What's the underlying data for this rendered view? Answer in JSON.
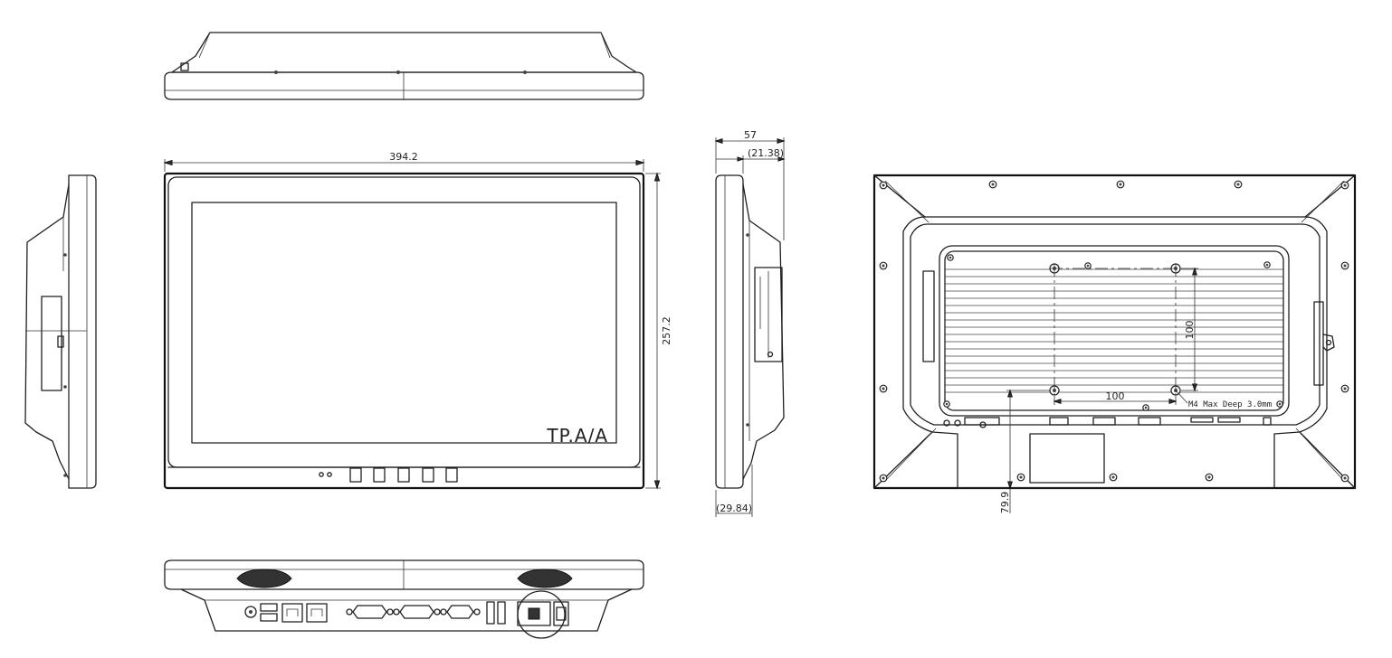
{
  "dimensions": {
    "width": "394.2",
    "height": "257.2",
    "depth": "57",
    "depth_bezel": "(21.38)",
    "depth_body": "(29.84)",
    "vesa_horizontal": "100",
    "vesa_vertical": "100",
    "mount_offset": "79.9"
  },
  "annotations": {
    "screw_note": "M4 Max Deep 3.0mm"
  },
  "branding": {
    "logo": "TP.A/A"
  }
}
